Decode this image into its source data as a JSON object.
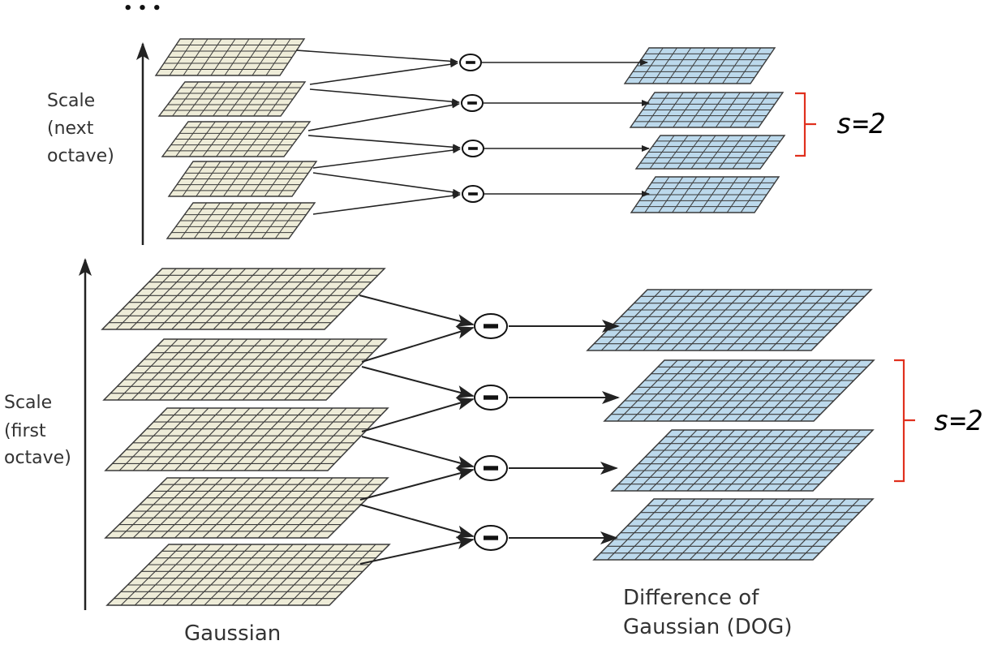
{
  "ellipsis": "• • •",
  "labels": {
    "scale_next": [
      "Scale",
      "(next",
      "octave)"
    ],
    "scale_first": [
      "Scale",
      "(first",
      "octave)"
    ],
    "gaussian": "Gaussian",
    "dog": [
      "Difference of",
      "Gaussian (DOG)"
    ]
  },
  "s_label": "s=2",
  "minus_symbol": "−",
  "colors": {
    "gaussian_fill": "#eeecd8",
    "dog_fill": "#bcd9ec",
    "grid_stroke": "#3a3a3a",
    "arrow": "#222222",
    "bracket": "#e0301e"
  }
}
